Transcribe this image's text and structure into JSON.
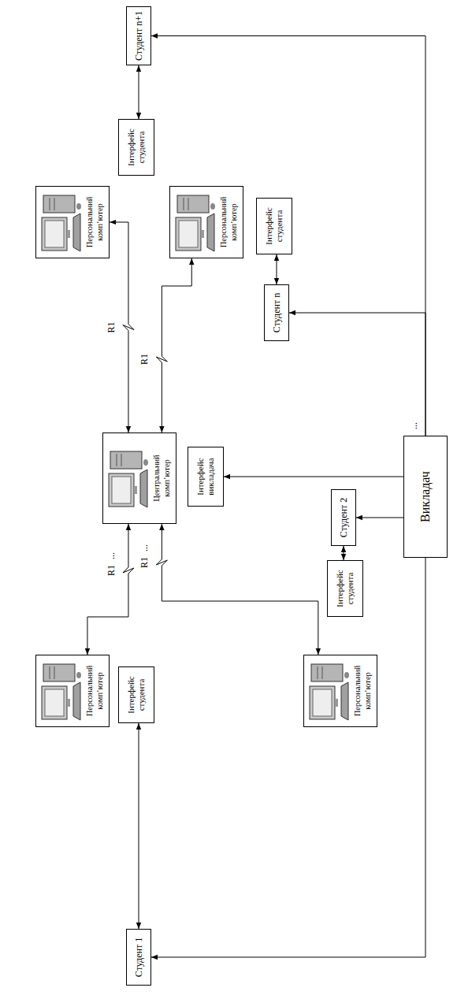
{
  "diagram": {
    "nodes": [
      {
        "text": [
          "Студент 1"
        ]
      },
      {
        "text": [
          "Інтерфейс студента"
        ]
      },
      {
        "text": [
          "Персональний комп’ютер"
        ]
      },
      {
        "text": [
          "Персональний комп’ютер"
        ]
      },
      {
        "text": [
          "Інтерфейс студента"
        ]
      },
      {
        "text": [
          "Студент 2"
        ]
      },
      {
        "text": [
          "Центральний комп’ютер"
        ]
      },
      {
        "text": [
          "Інтерфейс викладача"
        ]
      },
      {
        "text": [
          "Викладач"
        ]
      },
      {
        "text": [
          "Студент n"
        ]
      },
      {
        "text": [
          "Інтерфейс студента"
        ]
      },
      {
        "text": [
          "Персональний комп’ютер"
        ]
      },
      {
        "text": [
          "Персональний комп’ютер"
        ]
      },
      {
        "text": [
          "Інтерфейс студента"
        ]
      },
      {
        "text": [
          "Студент n+1"
        ]
      }
    ],
    "edges": [
      {
        "from": 0,
        "to": 1,
        "arrow": "both"
      },
      {
        "from": 6,
        "to": 2,
        "label": "R1",
        "arrow": "both"
      },
      {
        "from": 6,
        "to": 3,
        "label": "R1",
        "arrow": "both"
      },
      {
        "from": 6,
        "to": 12,
        "label": "R1",
        "arrow": "both"
      },
      {
        "from": 6,
        "to": 11,
        "label": "R1",
        "arrow": "both"
      },
      {
        "from": 5,
        "to": 4,
        "arrow": "both"
      },
      {
        "from": 9,
        "to": 10,
        "arrow": "both"
      },
      {
        "from": 14,
        "to": 13,
        "arrow": "both"
      },
      {
        "from": 8,
        "to": 7,
        "arrow": "to"
      },
      {
        "from": 8,
        "to": 5,
        "arrow": "to"
      },
      {
        "from": 8,
        "to": 0,
        "arrow": "to"
      },
      {
        "from": 8,
        "to": 9,
        "arrow": "to"
      },
      {
        "from": 8,
        "to": 14,
        "arrow": "to"
      }
    ],
    "labels": [
      "...",
      "...",
      "..."
    ]
  }
}
